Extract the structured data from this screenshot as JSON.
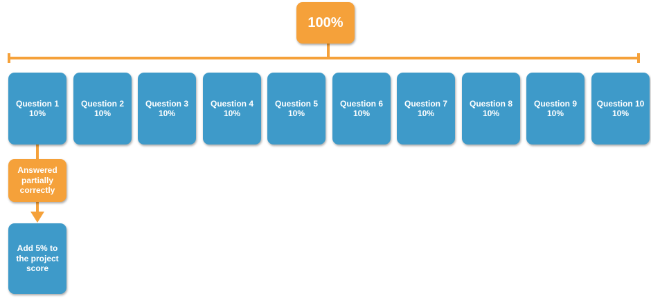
{
  "total": "100%",
  "questions": [
    {
      "label": "Question 1",
      "weight": "10%"
    },
    {
      "label": "Question 2",
      "weight": "10%"
    },
    {
      "label": "Question 3",
      "weight": "10%"
    },
    {
      "label": "Question 4",
      "weight": "10%"
    },
    {
      "label": "Question 5",
      "weight": "10%"
    },
    {
      "label": "Question 6",
      "weight": "10%"
    },
    {
      "label": "Question 7",
      "weight": "10%"
    },
    {
      "label": "Question 8",
      "weight": "10%"
    },
    {
      "label": "Question 9",
      "weight": "10%"
    },
    {
      "label": "Question 10",
      "weight": "10%"
    }
  ],
  "condition": "Answered partially correctly",
  "outcome": "Add 5% to the project score",
  "colors": {
    "orange": "#f5a13a",
    "blue": "#3e9ac9"
  }
}
